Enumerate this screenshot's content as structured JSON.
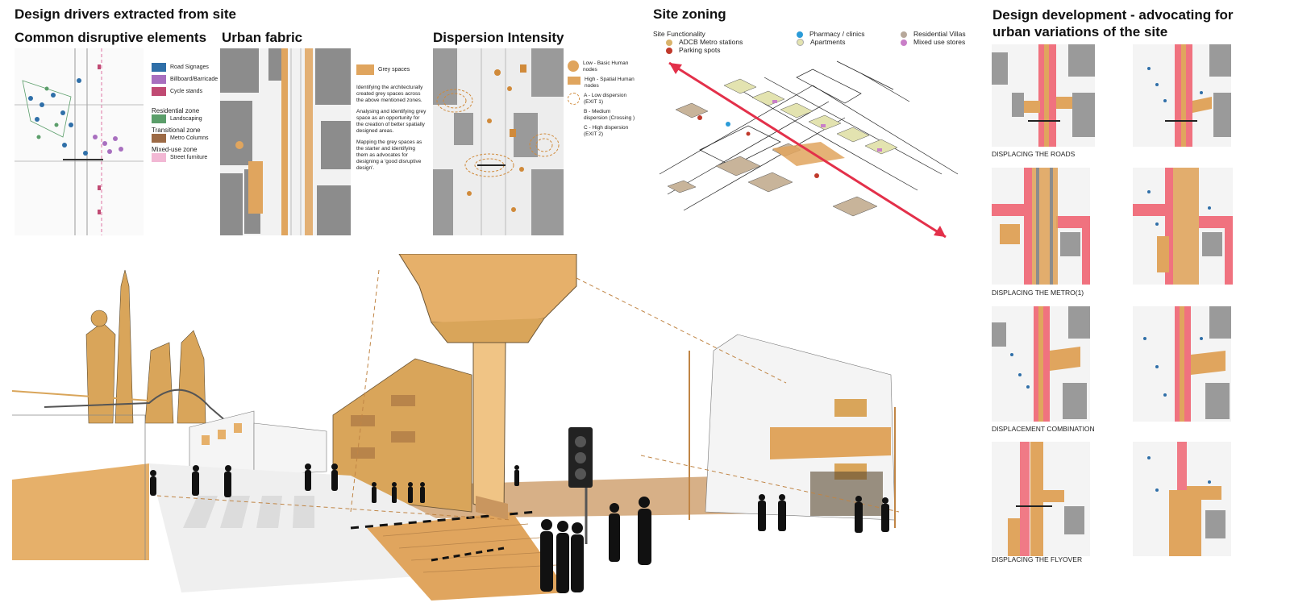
{
  "headings": {
    "main": "Design drivers extracted from site",
    "common": "Common disruptive elements",
    "urban": "Urban fabric",
    "dispersion": "Dispersion Intensity",
    "zoning": "Site zoning",
    "development": "Design development - advocating for urban variations of the site"
  },
  "common_legend": {
    "items": [
      {
        "label": "Road Signages",
        "color": "#2f6fa8"
      },
      {
        "label": "Billboard/Barricade",
        "color": "#a86fbf"
      },
      {
        "label": "Cycle stands",
        "color": "#c04a73"
      }
    ],
    "zones": [
      {
        "title": "Residential zone",
        "label": "Landscaping",
        "color": "#5b9e6a"
      },
      {
        "title": "Transitional zone",
        "label": "Metro Columns",
        "color": "#9c6a45"
      },
      {
        "title": "Mixed-use zone",
        "label": "Street furniture",
        "color": "#f2b8d4"
      }
    ]
  },
  "urban_fabric": {
    "legend_label": "Grey spaces",
    "legend_color": "#e0a55e",
    "paragraphs": [
      "Identifying the architecturally created grey spaces across the above mentioned zones.",
      "Analysing and identifying grey space as an opportunity for the creation of better spatially designed areas.",
      "Mapping the grey spaces as the starter and identifying them as advocates for designing a 'good disruptive design'."
    ]
  },
  "dispersion_legend": [
    {
      "label": "Low - Basic Human nodes",
      "shape": "circle"
    },
    {
      "label": "High - Spatial Human nodes",
      "shape": "rect"
    },
    {
      "label": "A - Low dispersion (EXIT 1)",
      "shape": "dashed"
    },
    {
      "label": "B - Medium dispersion (Crossing )",
      "shape": "text"
    },
    {
      "label": "C - High dispersion (EXIT 2)",
      "shape": "text"
    }
  ],
  "zoning": {
    "title": "Site Functionality",
    "items": [
      {
        "label": "ADCB Metro stations",
        "color": "#d9b36b"
      },
      {
        "label": "Parking spots",
        "color": "#c0392b"
      },
      {
        "label": "Pharmacy / clinics",
        "color": "#2b9bd8"
      },
      {
        "label": "Apartments",
        "color": "#e3e3b0"
      },
      {
        "label": "Residential Villas",
        "color": "#b7a89a"
      },
      {
        "label": "Mixed use stores",
        "color": "#c97fc8"
      }
    ]
  },
  "development_captions": [
    "DISPLACING THE ROADS",
    "DISPLACING THE METRO(1)",
    "DISPLACEMENT COMBINATION",
    "DISPLACING THE FLYOVER"
  ],
  "colors": {
    "ochre": "#e0a55e",
    "road_red": "#ef5b6a",
    "grey": "#8c8c8c"
  }
}
